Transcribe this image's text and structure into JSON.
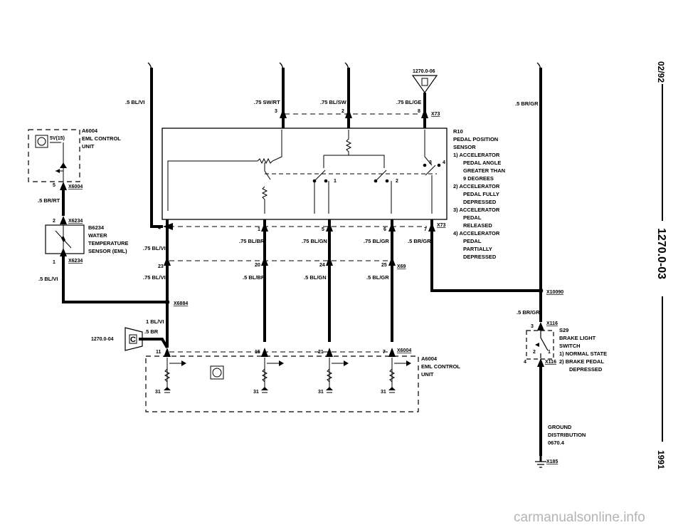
{
  "header": {
    "date": "02/92",
    "page_code": "1270.0-03",
    "year": "1991",
    "ref_top": "1270.0-06"
  },
  "components": {
    "a6004_top": {
      "id": "A6004",
      "line1": "EML CONTROL",
      "line2": "UNIT",
      "supply": "5V(15)"
    },
    "b6234": {
      "id": "B6234",
      "line1": "WATER",
      "line2": "TEMPERATURE",
      "line3": "SENSOR (EML)"
    },
    "r10": {
      "lines": [
        "R10",
        "PEDAL POSITION",
        "SENSOR",
        "1)  ACCELERATOR",
        "PEDAL ANGLE",
        "GREATER THAN",
        "9 DEGREES",
        "2)  ACCELERATOR",
        "PEDAL FULLY",
        "DEPRESSED",
        "3)  ACCELERATOR",
        "PEDAL",
        "RELEASED",
        "4)  ACCELERATOR",
        "PEDAL",
        "PARTIALLY",
        "DEPRESSED"
      ]
    },
    "s29": {
      "lines": [
        "S29",
        "BRAKE LIGHT",
        "SWITCH",
        "1)  NORMAL STATE",
        "2)  BRAKE PEDAL",
        "DEPRESSED"
      ]
    },
    "a6004_bottom": {
      "id": "A6004",
      "line1": "EML CONTROL",
      "line2": "UNIT"
    },
    "ground": {
      "lines": [
        "GROUND",
        "DISTRIBUTION",
        "0670.4"
      ],
      "point": "X185"
    },
    "ref_box": {
      "ref": "1270.0-04",
      "letter": "C"
    }
  },
  "connectors": {
    "x6004a": "X6004",
    "x6234a": "X6234",
    "x6234b": "X6234",
    "x73a": "X73",
    "x73b": "X73",
    "x69": "X69",
    "x10090": "X10090",
    "x6884": "X6884",
    "x6004b": "X6004",
    "x116a": "X116",
    "x116b": "X116"
  },
  "wires": {
    "w1": ".5 BL/VI",
    "w2": ".75 SW/RT",
    "w3": ".75 BL/SW",
    "w4": ".75 BL/GE",
    "w5": ".5 BR/GR",
    "w6": ".5 BR/RT",
    "w7": ".5 BL/VI",
    "w8": ".75 BL/VI",
    "w9": ".75 BL/BR",
    "w10": ".75 BL/GN",
    "w11": ".75 BL/GR",
    "w12": ".5 BR/GR",
    "w13": ".75 BL/VI",
    "w14": ".5 BL/BR",
    "w15": ".5 BL/GN",
    "w16": ".5 BL/GR",
    "w17": ".5 BR/GR",
    "w18": "1 BL/VI",
    "w19": ".5 BR"
  },
  "pins": {
    "p3": "3",
    "p2": "2",
    "p8": "8",
    "p5": "5",
    "p2b": "2",
    "p1": "1",
    "p1b": "1",
    "p5b": "5",
    "p6": "6",
    "p7": "7",
    "p4": "4",
    "p23": "23",
    "p20": "20",
    "p24": "24",
    "p25": "25",
    "p11": "11",
    "p15": "15",
    "p21": "21",
    "p7b": "7",
    "p31a": "31",
    "p31b": "31",
    "p31c": "31",
    "p31d": "31",
    "s3": "3",
    "s4": "4",
    "s2": "2",
    "s1": "1",
    "r3": "3",
    "r4": "4",
    "r1": "1",
    "r2": "2"
  },
  "watermark": "carmanualsonline.info"
}
